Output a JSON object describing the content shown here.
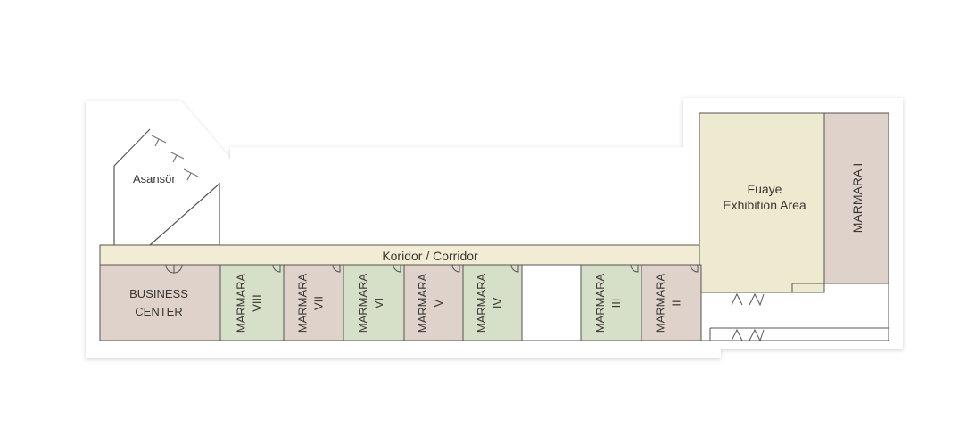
{
  "floor_plan": {
    "colors": {
      "background": "#ffffff",
      "floor": "#ffffff",
      "outline": "#555555",
      "corridor": "#f1ecd3",
      "room_pink": "#dfd2cb",
      "room_green": "#d6dfc7",
      "exhibition": "#eeead0",
      "text": "#3a3632"
    },
    "labels": {
      "elevator": "Asansör",
      "corridor": "Koridor / Corridor",
      "foyer_line1": "Fuaye",
      "foyer_line2": "Exhibition Area",
      "business_line1": "BUSINESS",
      "business_line2": "CENTER"
    },
    "rooms": [
      {
        "name": "MARMARA",
        "numeral": "VIII",
        "color": "green"
      },
      {
        "name": "MARMARA",
        "numeral": "VII",
        "color": "pink"
      },
      {
        "name": "MARMARA",
        "numeral": "VI",
        "color": "green"
      },
      {
        "name": "MARMARA",
        "numeral": "V",
        "color": "pink"
      },
      {
        "name": "MARMARA",
        "numeral": "IV",
        "color": "green"
      },
      {
        "name": "MARMARA",
        "numeral": "III",
        "color": "green"
      },
      {
        "name": "MARMARA",
        "numeral": "II",
        "color": "pink"
      },
      {
        "name": "MARMARA I",
        "numeral": "",
        "color": "pink"
      }
    ]
  }
}
